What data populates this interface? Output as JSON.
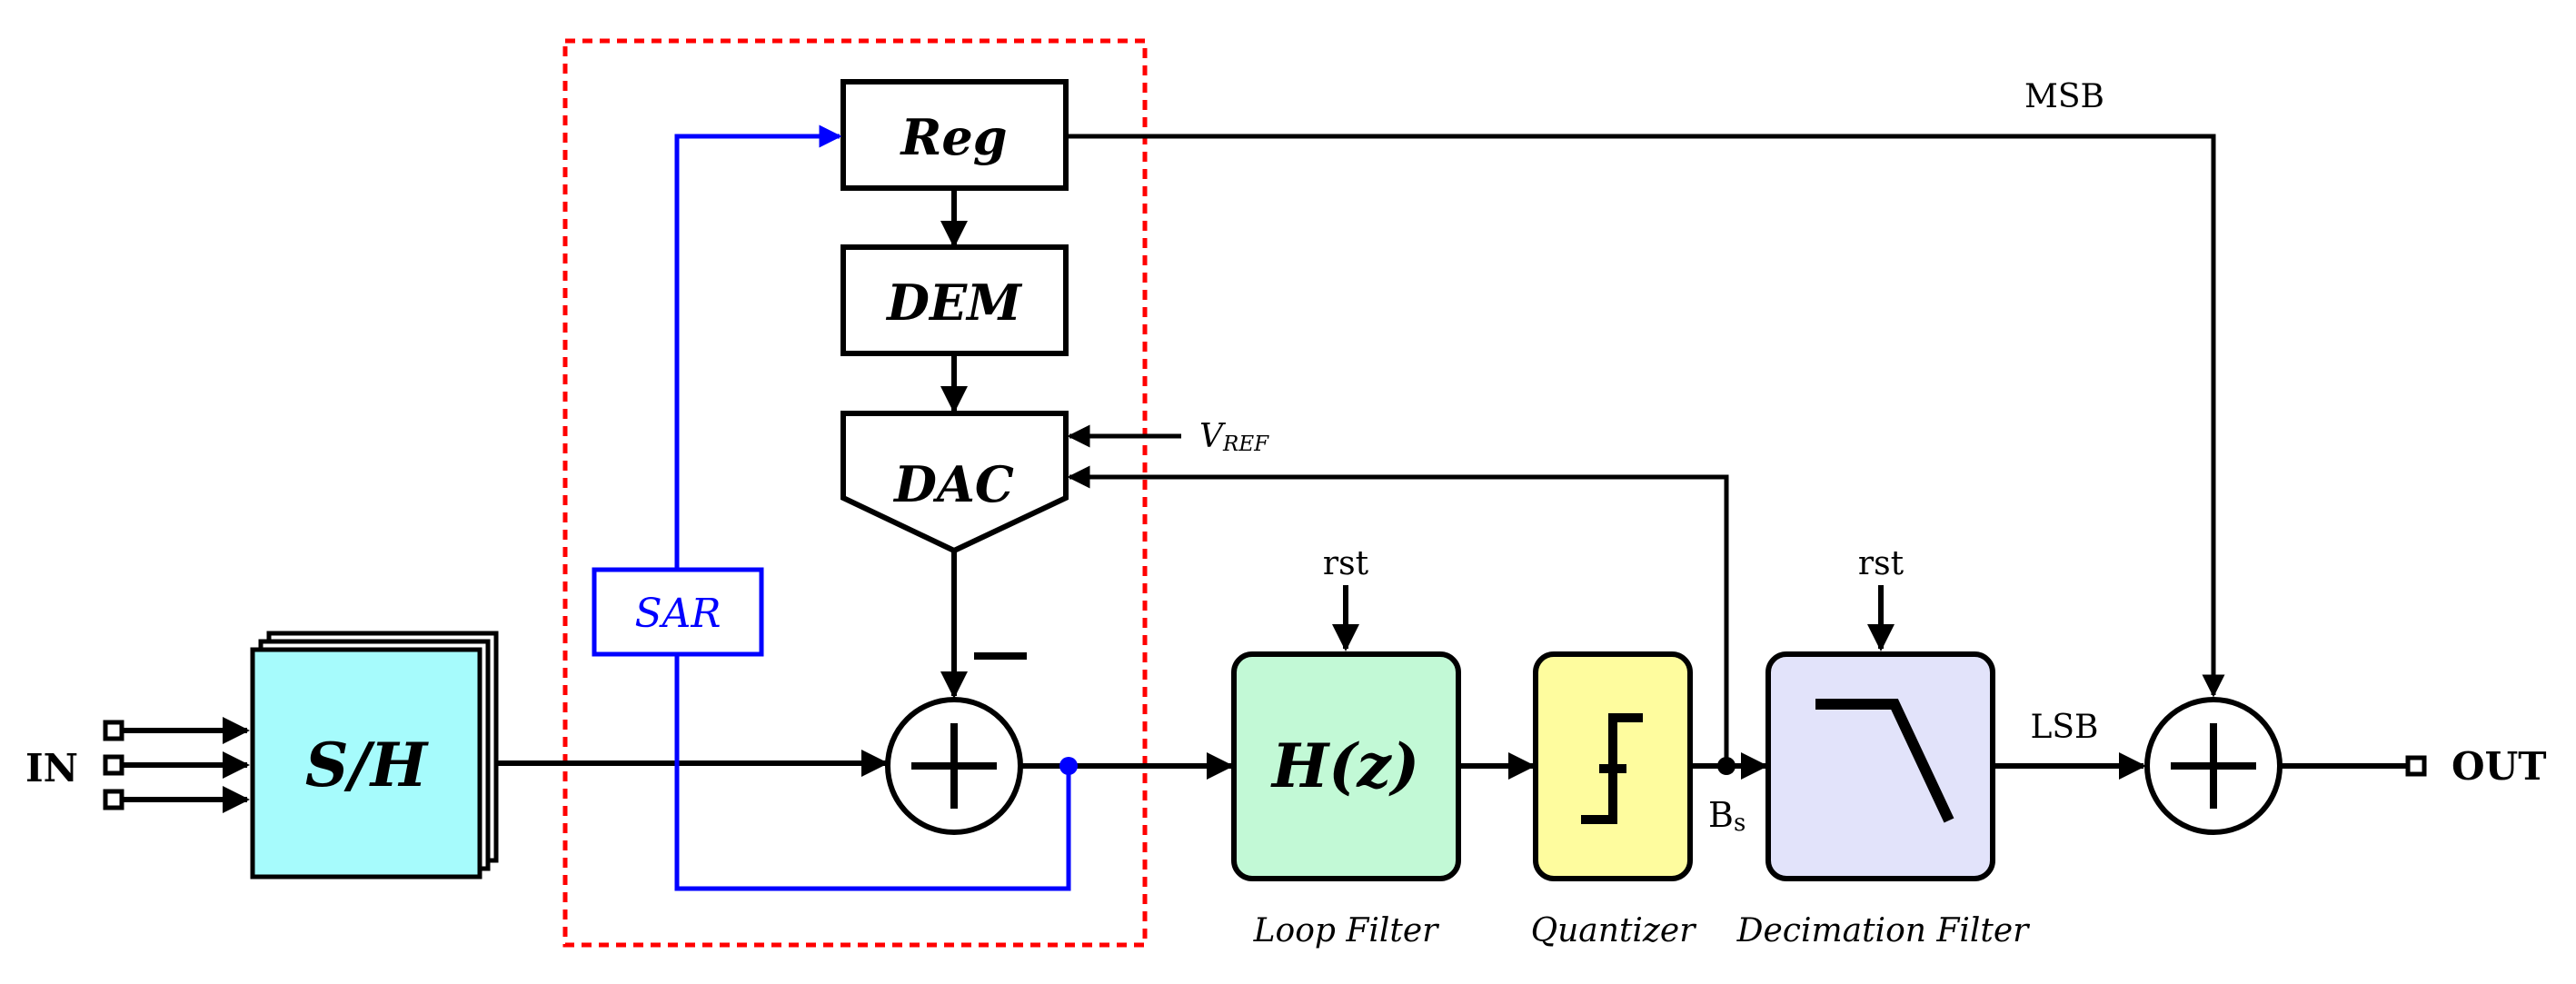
{
  "blocks": {
    "sh": "S/H",
    "reg": "Reg",
    "dem": "DEM",
    "dac": "DAC",
    "sar": "SAR",
    "loop_filter": "H(z)"
  },
  "io": {
    "input": "IN",
    "output": "OUT"
  },
  "signals": {
    "vref_main": "V",
    "vref_sub": "REF",
    "rst_loop": "rst",
    "rst_decim": "rst",
    "msb": "MSB",
    "lsb": "LSB",
    "bs_main": "B",
    "bs_sub": "s"
  },
  "captions": {
    "loop_filter": "Loop Filter",
    "quantizer": "Quantizer",
    "decimation_filter": "Decimation Filter"
  },
  "colors": {
    "sh_fill": "#a6fbfc",
    "loop_filter_fill": "#c2f9d6",
    "quantizer_fill": "#fefc9e",
    "decimation_fill": "#e2e3fa",
    "sar_path": "#0000ff",
    "sar_boundary": "#ff0000",
    "wire": "#000000"
  }
}
